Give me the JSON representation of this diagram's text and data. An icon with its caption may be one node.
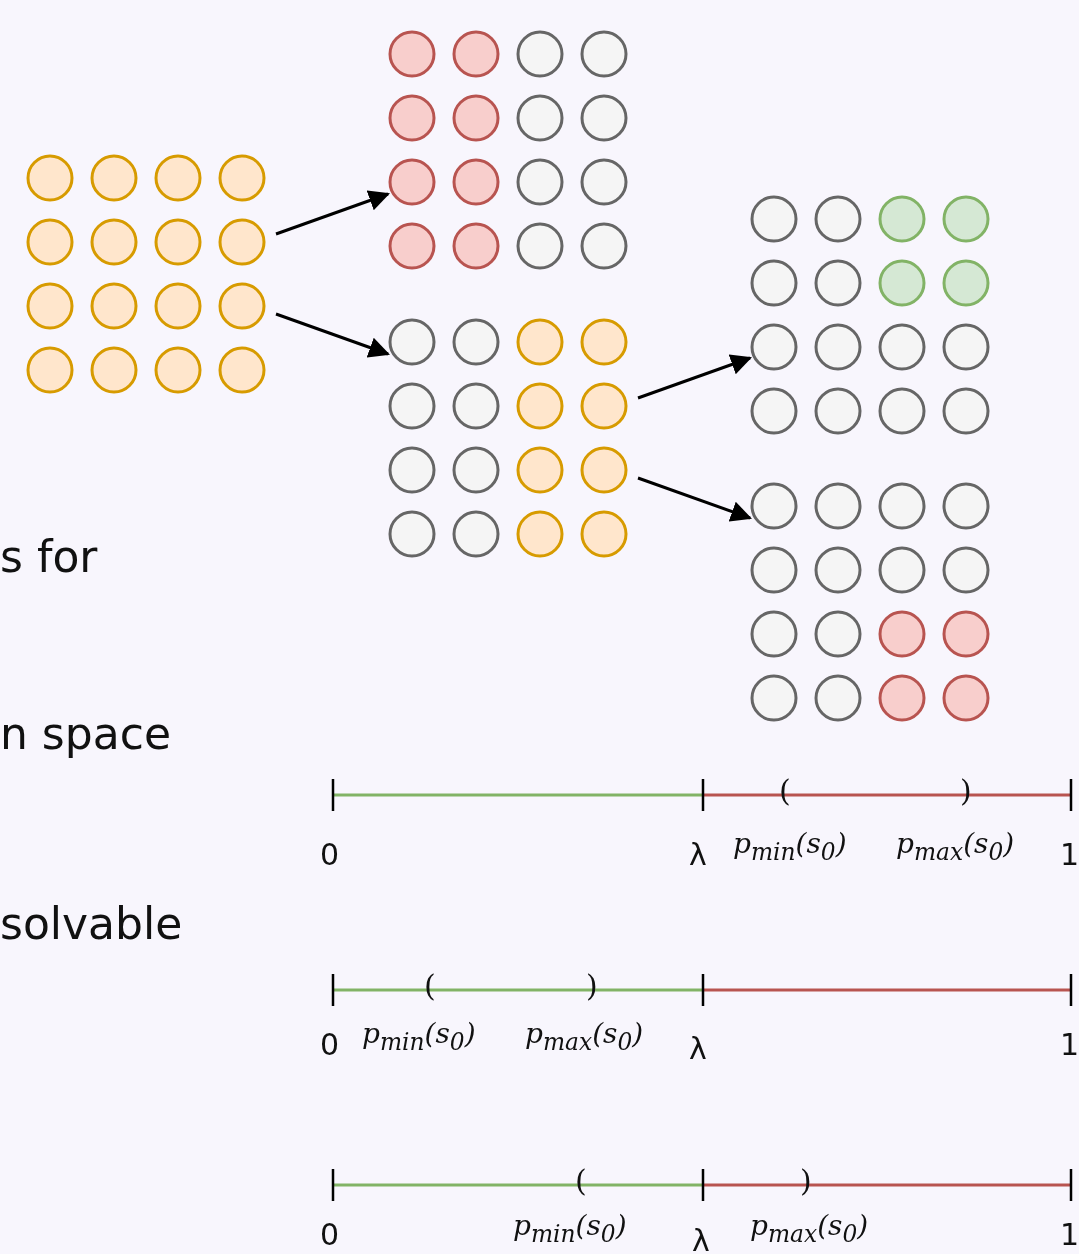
{
  "diagram": {
    "nodes": [
      {
        "text": [],
        "shape": "grid"
      },
      {
        "text": [],
        "shape": "grid"
      },
      {
        "text": [],
        "shape": "grid"
      },
      {
        "text": [],
        "shape": "grid"
      },
      {
        "text": [],
        "shape": "grid"
      }
    ],
    "edges": [
      {
        "from": 0,
        "to": 1,
        "arrow": "to"
      },
      {
        "from": 0,
        "to": 2,
        "arrow": "to"
      },
      {
        "from": 2,
        "to": 3,
        "arrow": "to"
      },
      {
        "from": 2,
        "to": 4,
        "arrow": "to"
      }
    ],
    "labels": [
      "s for",
      "n space",
      "(",
      ")",
      "0",
      "λ",
      "p$_{min}$(s$_{0}$)",
      "p$_{max}$(s$_{0}$)",
      "1",
      "solvable",
      "(",
      ")",
      "0",
      "p$_{min}$(s$_{0}$)",
      "p$_{max}$(s$_{0}$)",
      "λ",
      "1",
      "(",
      ")",
      "0",
      "p$_{min}$(s$_{0}$)",
      "λ",
      "p$_{max}$(s$_{0}$)",
      "1"
    ]
  }
}
